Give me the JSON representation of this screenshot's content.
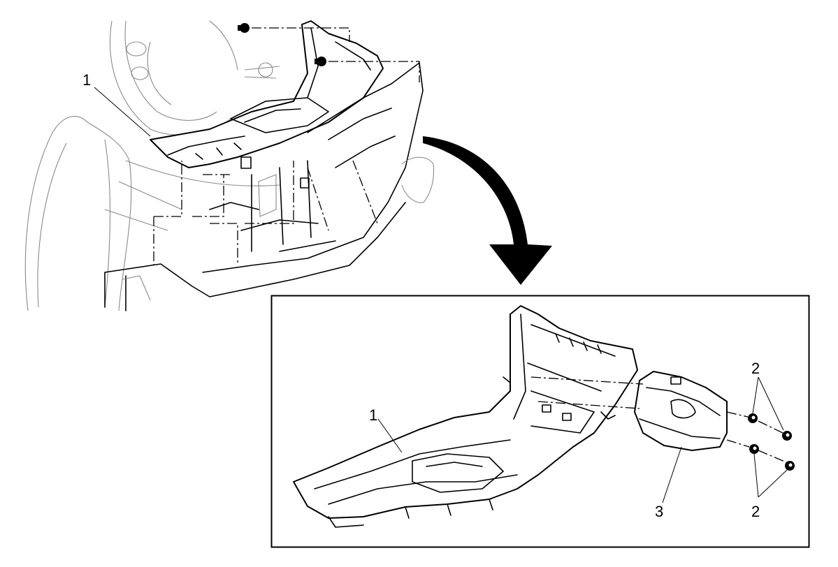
{
  "callouts": {
    "main_view_console": "1",
    "detail_console": "1",
    "detail_fasteners_top": "2",
    "detail_fasteners_bottom": "2",
    "detail_module": "3"
  },
  "colors": {
    "line": "#000000",
    "background": "#ffffff",
    "shading": "#8a8a8a"
  }
}
